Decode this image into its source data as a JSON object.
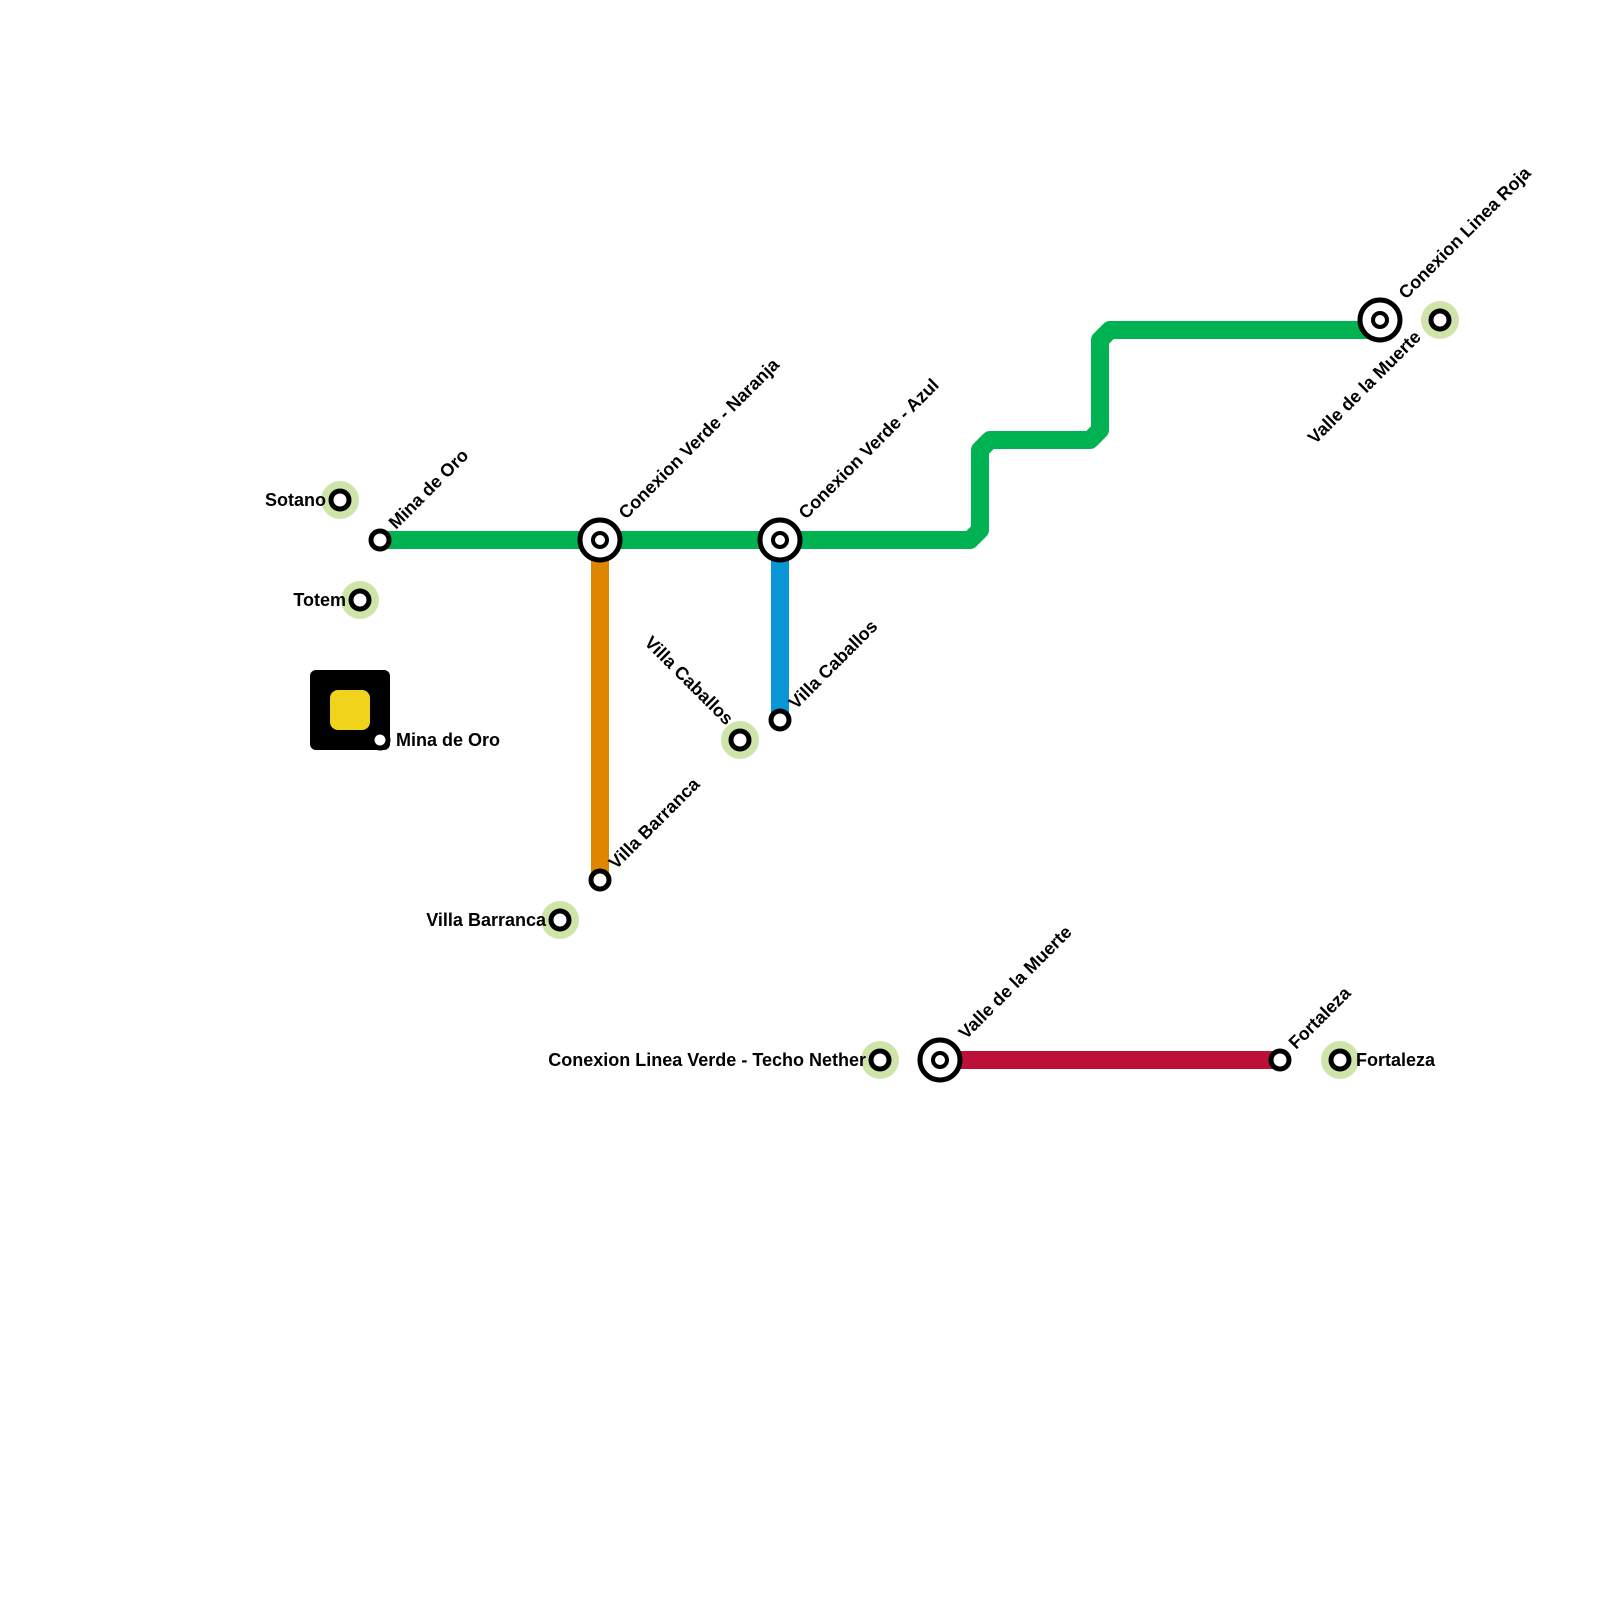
{
  "colors": {
    "line_green": "#00b251",
    "line_orange": "#df8600",
    "line_blue": "#0896d7",
    "line_red": "#bd1038",
    "station_halo": "#cfe4a9",
    "station_fill": "#ffffff",
    "station_stroke": "#000000",
    "marker_fill": "#000000",
    "marker_inner": "#f0d31a",
    "background": "#ffffff"
  },
  "lines": [
    {
      "id": "green",
      "color_key": "line_green"
    },
    {
      "id": "orange",
      "color_key": "line_orange"
    },
    {
      "id": "blue",
      "color_key": "line_blue"
    },
    {
      "id": "red",
      "color_key": "line_red"
    }
  ],
  "stations": [
    {
      "id": "mina-de-oro-green",
      "label": "Mina de Oro",
      "type": "stop"
    },
    {
      "id": "conexion-verde-naranja",
      "label": "Conexion Verde - Naranja",
      "type": "interchange"
    },
    {
      "id": "conexion-verde-azul",
      "label": "Conexion Verde - Azul",
      "type": "interchange"
    },
    {
      "id": "conexion-linea-roja",
      "label": "Conexion Linea Roja",
      "type": "interchange"
    },
    {
      "id": "villa-barranca-orange",
      "label": "Villa Barranca",
      "type": "stop"
    },
    {
      "id": "villa-caballos-blue",
      "label": "Villa Caballos",
      "type": "stop"
    },
    {
      "id": "valle-de-la-muerte-red",
      "label": "Valle de la Muerte",
      "type": "interchange"
    },
    {
      "id": "fortaleza-red",
      "label": "Fortaleza",
      "type": "stop"
    },
    {
      "id": "sotano",
      "label": "Sotano",
      "type": "halo"
    },
    {
      "id": "totem",
      "label": "Totem",
      "type": "halo"
    },
    {
      "id": "mina-de-oro-marker",
      "label": "Mina de Oro",
      "type": "marker"
    },
    {
      "id": "villa-caballos-halo",
      "label": "Villa Caballos",
      "type": "halo"
    },
    {
      "id": "villa-barranca-halo",
      "label": "Villa Barranca",
      "type": "halo"
    },
    {
      "id": "valle-de-la-muerte-halo",
      "label": "Valle de la Muerte",
      "type": "halo"
    },
    {
      "id": "conexion-techo-nether",
      "label": "Conexion Linea Verde - Techo Nether",
      "type": "halo"
    },
    {
      "id": "fortaleza-halo",
      "label": "Fortaleza",
      "type": "halo"
    }
  ]
}
